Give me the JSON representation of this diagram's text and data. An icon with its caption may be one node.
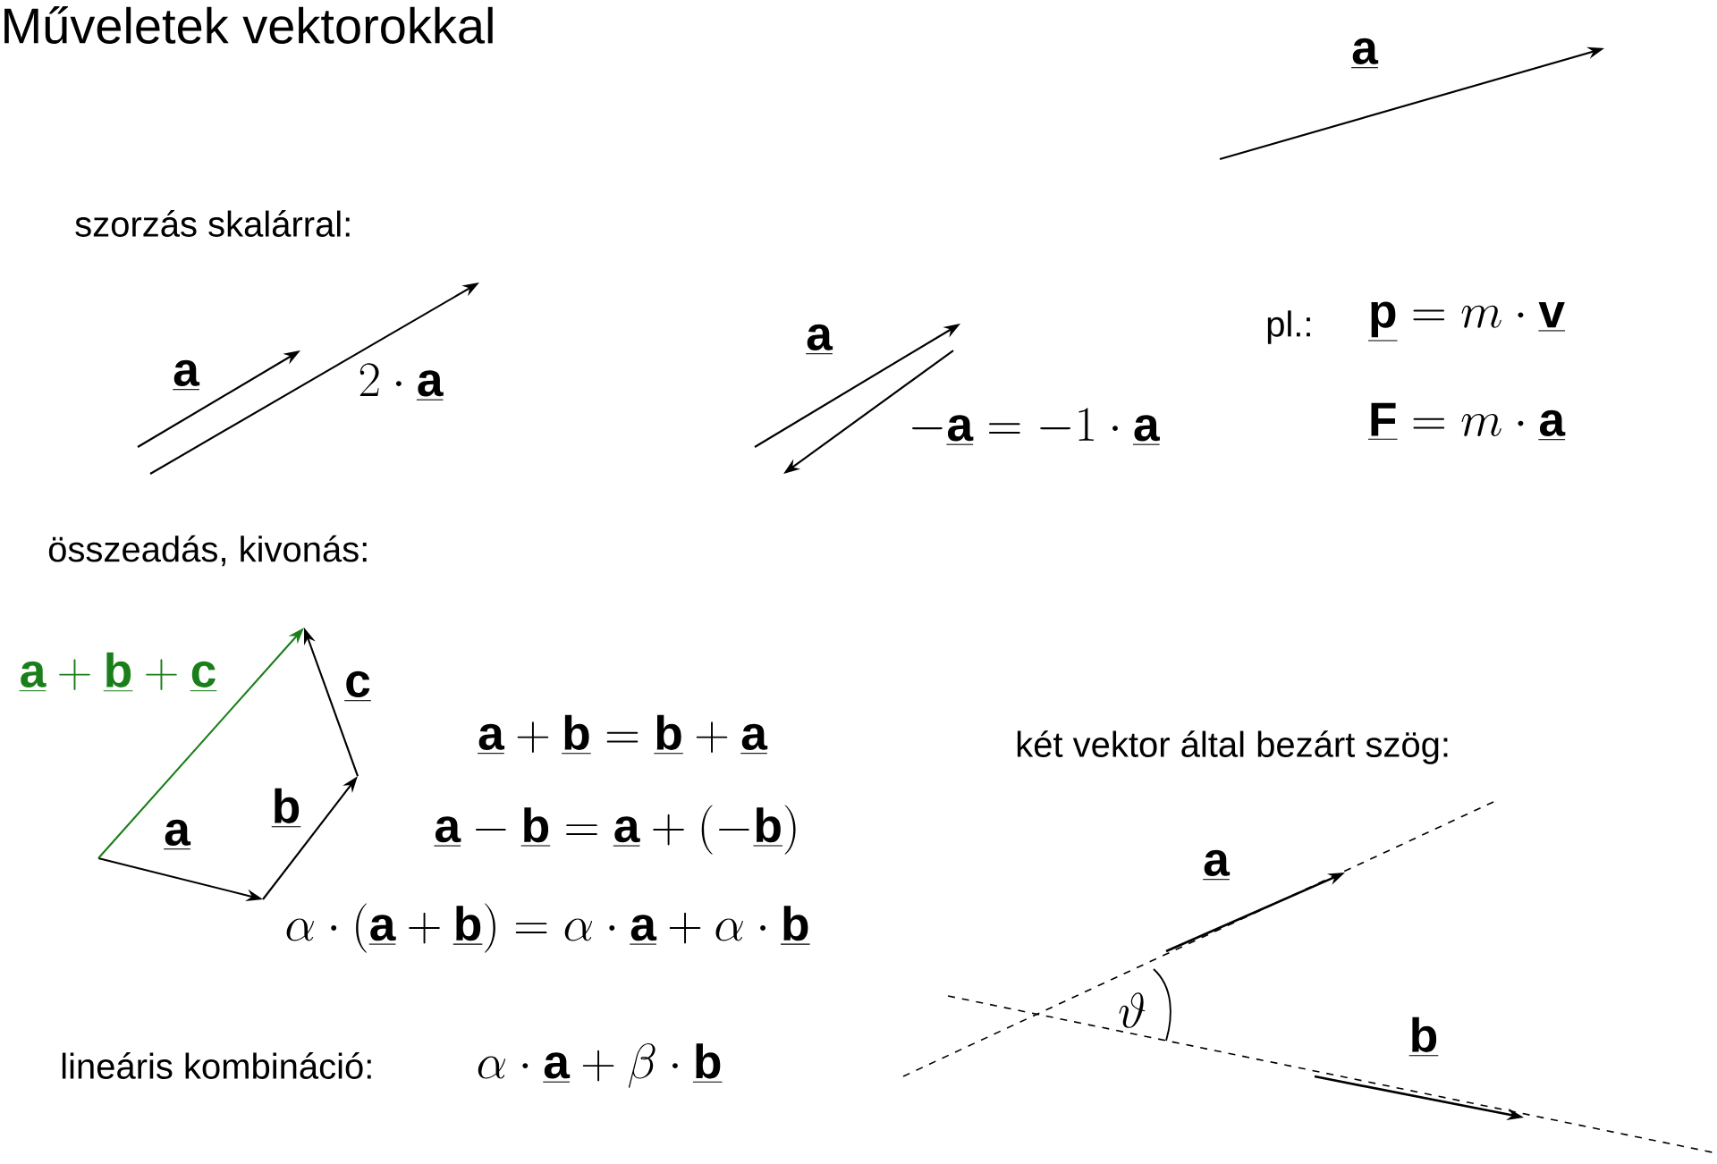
{
  "diagram": {
    "title": "Műveletek vektorokkal",
    "labels": [
      "szorzás skalárral:",
      "\\underline{\\mathbf{a}}",
      "pl.:",
      "\\underline{\\mathbf{p}}=m\\cdot\\underline{\\mathbf{v}}",
      "\\underline{\\mathbf{a}}",
      "2\\cdot\\underline{\\mathbf{a}}",
      "\\underline{\\mathbf{a}}",
      "-\\underline{\\mathbf{a}}=-1\\cdot\\underline{\\mathbf{a}}",
      "\\underline{\\mathbf{F}}=m\\cdot\\underline{\\mathbf{a}}",
      "összeadás, kivonás:",
      "\\underline{\\mathbf{a}}+\\underline{\\mathbf{b}}+\\underline{\\mathbf{c}}",
      "\\underline{\\mathbf{c}}",
      "\\underline{\\mathbf{a}}+\\underline{\\mathbf{b}}=\\underline{\\mathbf{b}}+\\underline{\\mathbf{a}}",
      "két vektor által bezárt szög:",
      "\\underline{\\mathbf{b}}",
      "\\underline{\\mathbf{a}}-\\underline{\\mathbf{b}}=\\underline{\\mathbf{a}}+(-\\underline{\\mathbf{b}})",
      "\\underline{\\mathbf{a}}",
      "\\underline{\\mathbf{a}}",
      "\\alpha\\cdot(\\underline{\\mathbf{a}}+\\underline{\\mathbf{b}})=\\alpha\\cdot\\underline{\\mathbf{a}}+\\alpha\\cdot\\underline{\\mathbf{b}}",
      "\\vartheta",
      "\\underline{\\mathbf{b}}",
      "lineáris kombináció:",
      "\\alpha\\cdot\\underline{\\mathbf{a}}+\\beta\\cdot\\underline{\\mathbf{b}}"
    ]
  }
}
